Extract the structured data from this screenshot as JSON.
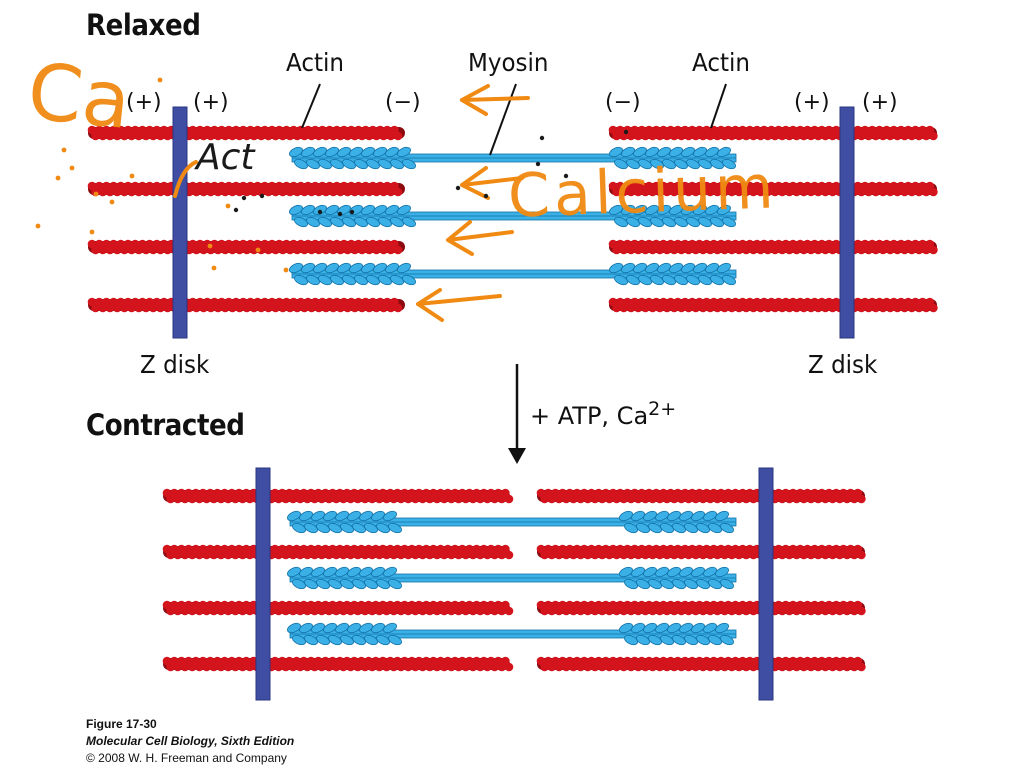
{
  "relaxed": {
    "title": "Relaxed",
    "labels": {
      "actin_left": "Actin",
      "myosin": "Myosin",
      "actin_right": "Actin",
      "z_disk_left": "Z disk",
      "z_disk_right": "Z disk"
    },
    "polarity": [
      "(+)",
      "(+)",
      "(−)",
      "(−)",
      "(+)",
      "(+)"
    ]
  },
  "transition": {
    "label_main": "+ ATP, Ca",
    "label_sup": "2+"
  },
  "contracted": {
    "title": "Contracted"
  },
  "annotations": {
    "handwritten_calcium": "Calcium",
    "handwritten_left": "Ca",
    "handwritten_act": "Act"
  },
  "caption": {
    "figure": "Figure 17-30",
    "book": "Molecular Cell Biology, Sixth Edition",
    "copyright": "© 2008 W. H. Freeman and Company"
  },
  "colors": {
    "actin": "#d4141c",
    "actin_dark": "#8c0a10",
    "myosin": "#3ab0e6",
    "myosin_dark": "#1273a8",
    "z_disk": "#3f4ea2",
    "annotation": "#f08a12"
  },
  "icons": [
    "arrow-down-icon"
  ]
}
